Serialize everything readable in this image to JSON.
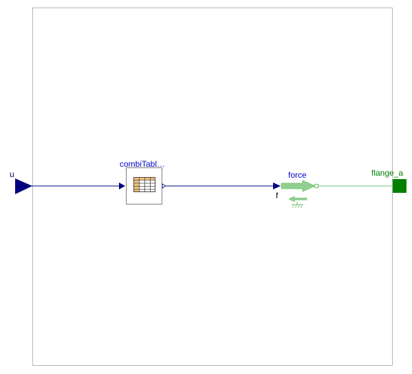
{
  "diagram": {
    "colors": {
      "background": "#ffffff",
      "frame": "#b4b4b4",
      "signal": "#00007f",
      "table_label": "#0000cc",
      "mechanical": "#007f00",
      "mechanical_light": "#8fcf8f",
      "table_header": "#f6c17a",
      "table_grid": "#444444",
      "black_text": "#000000"
    },
    "input_port": {
      "label": "u",
      "icon": "triangle-input-icon"
    },
    "combi_table": {
      "label": "combiTabl…",
      "icon": "table-grid-icon"
    },
    "force_block": {
      "label": "force",
      "input_label": "f",
      "icon": "force-arrow-icon",
      "support_icon": "ground-support-icon"
    },
    "output_port": {
      "label": "flange_a",
      "icon": "square-flange-icon"
    },
    "connections": [
      {
        "from": "u",
        "to": "combiTable.u",
        "kind": "signal"
      },
      {
        "from": "combiTable.y",
        "to": "force.f",
        "kind": "signal"
      },
      {
        "from": "force.flange",
        "to": "flange_a",
        "kind": "mechanical"
      }
    ]
  }
}
